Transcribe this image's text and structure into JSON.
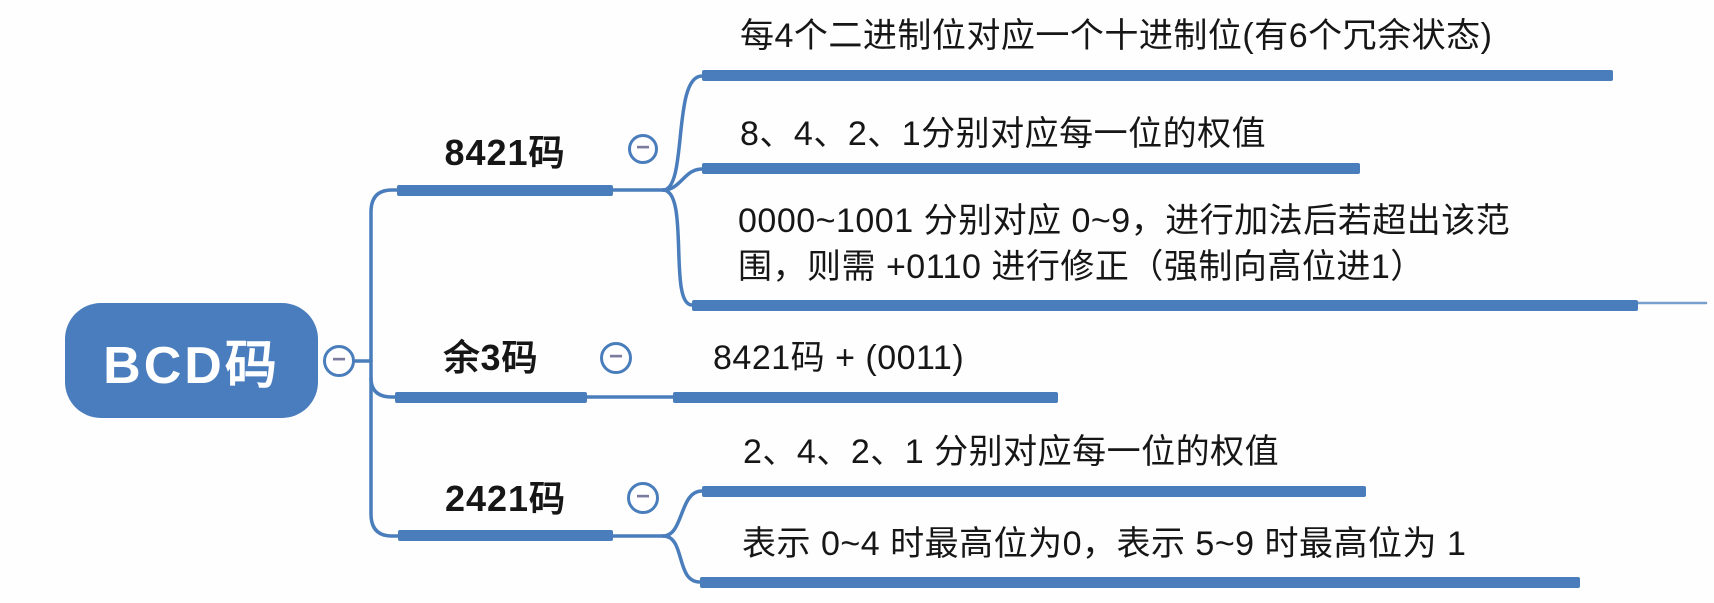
{
  "diagram": {
    "type": "mindmap",
    "root": {
      "label": "BCD码"
    },
    "branches": [
      {
        "label": "8421码",
        "children": [
          {
            "lines": [
              "每4个二进制位对应一个十进制位(有6个冗余状态)"
            ]
          },
          {
            "lines": [
              "8、4、2、1分别对应每一位的权值"
            ]
          },
          {
            "lines": [
              "0000~1001 分别对应 0~9，进行加法后若超出该范",
              "围，则需 +0110 进行修正（强制向高位进1）"
            ]
          }
        ]
      },
      {
        "label": "余3码",
        "children": [
          {
            "lines": [
              "8421码 + (0011)"
            ]
          }
        ]
      },
      {
        "label": "2421码",
        "children": [
          {
            "lines": [
              "2、4、2、1 分别对应每一位的权值"
            ]
          },
          {
            "lines": [
              "表示 0~4 时最高位为0，表示 5~9 时最高位为 1"
            ]
          }
        ]
      }
    ],
    "collapse_icon": "−",
    "colors": {
      "line": "#4a7dbb",
      "root_fill": "#4a7dbe",
      "root_text": "#ffffff",
      "text": "#161616",
      "minus_glyph": "#7b7b9d",
      "background": "#fefefe"
    }
  }
}
